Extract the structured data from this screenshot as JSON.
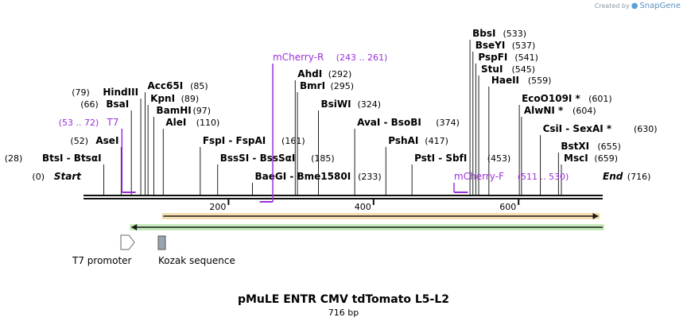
{
  "credit": {
    "prefix": "Created by",
    "brand": "SnapGene"
  },
  "title": "pMuLE ENTR CMV tdTomato L5-L2",
  "length_label": "716 bp",
  "sequence_length": 716,
  "ruler": {
    "ticks": [
      200,
      400,
      600
    ]
  },
  "colors": {
    "primer": "#9b30d9",
    "enzyme_line": "#111111",
    "orange_feature": "#e8a020",
    "green_feature": "#5bc23a"
  },
  "sites": [
    {
      "pos": 0,
      "name": "Start",
      "num": "(0)",
      "italic": true,
      "side": "left"
    },
    {
      "pos": 28,
      "name": "BtsI - BtsαI",
      "num": "(28)",
      "side": "left"
    },
    {
      "pos": 52,
      "name": "AseI",
      "num": "(52)",
      "side": "left"
    },
    {
      "pos": 66,
      "name": "BsaI",
      "num": "(66)",
      "side": "left"
    },
    {
      "pos": 79,
      "name": "HindIII",
      "num": "(79)",
      "side": "left"
    },
    {
      "pos": 85,
      "name": "Acc65I",
      "num": "(85)",
      "side": "right"
    },
    {
      "pos": 89,
      "name": "KpnI",
      "num": "(89)",
      "side": "right"
    },
    {
      "pos": 97,
      "name": "BamHI",
      "num": "(97)",
      "side": "right"
    },
    {
      "pos": 110,
      "name": "AleI",
      "num": "(110)",
      "side": "right"
    },
    {
      "pos": 161,
      "name": "FspI - FspAI",
      "num": "(161)",
      "side": "right"
    },
    {
      "pos": 185,
      "name": "BssSI - BssSαI",
      "num": "(185)",
      "side": "right"
    },
    {
      "pos": 233,
      "name": "BaeGI - Bme1580I",
      "num": "(233)",
      "side": "right"
    },
    {
      "pos": 292,
      "name": "AhdI",
      "num": "(292)",
      "side": "right"
    },
    {
      "pos": 295,
      "name": "BmrI",
      "num": "(295)",
      "side": "right"
    },
    {
      "pos": 324,
      "name": "BsiWI",
      "num": "(324)",
      "side": "right"
    },
    {
      "pos": 374,
      "name": "AvaI - BsoBI",
      "num": "(374)",
      "side": "right"
    },
    {
      "pos": 417,
      "name": "PshAI",
      "num": "(417)",
      "side": "right"
    },
    {
      "pos": 453,
      "name": "PstI - SbfI",
      "num": "(453)",
      "side": "right"
    },
    {
      "pos": 533,
      "name": "BbsI",
      "num": "(533)",
      "side": "right"
    },
    {
      "pos": 537,
      "name": "BseYI",
      "num": "(537)",
      "side": "right"
    },
    {
      "pos": 541,
      "name": "PspFI",
      "num": "(541)",
      "side": "right"
    },
    {
      "pos": 545,
      "name": "StuI",
      "num": "(545)",
      "side": "right"
    },
    {
      "pos": 559,
      "name": "HaeII",
      "num": "(559)",
      "side": "right"
    },
    {
      "pos": 601,
      "name": "EcoO109I *",
      "num": "(601)",
      "side": "right"
    },
    {
      "pos": 604,
      "name": "AlwNI *",
      "num": "(604)",
      "side": "right"
    },
    {
      "pos": 630,
      "name": "CsiI - SexAI *",
      "num": "(630)",
      "side": "right"
    },
    {
      "pos": 655,
      "name": "BstXI",
      "num": "(655)",
      "side": "right"
    },
    {
      "pos": 659,
      "name": "MscI",
      "num": "(659)",
      "side": "right"
    },
    {
      "pos": 716,
      "name": "End",
      "num": "(716)",
      "italic": true,
      "side": "right"
    }
  ],
  "primers": [
    {
      "name": "T7",
      "range": "(53 .. 72)",
      "start": 53,
      "end": 72,
      "side": "left",
      "strand": "top"
    },
    {
      "name": "mCherry-R",
      "range": "(243 .. 261)",
      "start": 243,
      "end": 261,
      "side": "right",
      "strand": "bottom"
    },
    {
      "name": "mCherry-F",
      "range": "(511 .. 530)",
      "start": 511,
      "end": 530,
      "side": "right",
      "strand": "top"
    }
  ],
  "features": [
    {
      "name": "orange-feature-arrow",
      "start": 110,
      "end": 710,
      "direction": "forward",
      "color": "#e8a020"
    },
    {
      "name": "green-feature-arrow",
      "start": 66,
      "end": 716,
      "direction": "reverse",
      "color": "#5bc23a"
    }
  ],
  "small_features": [
    {
      "label": "T7 promoter",
      "pos": 53,
      "shape": "arrow"
    },
    {
      "label": "Kozak sequence",
      "pos": 106,
      "shape": "box"
    }
  ]
}
